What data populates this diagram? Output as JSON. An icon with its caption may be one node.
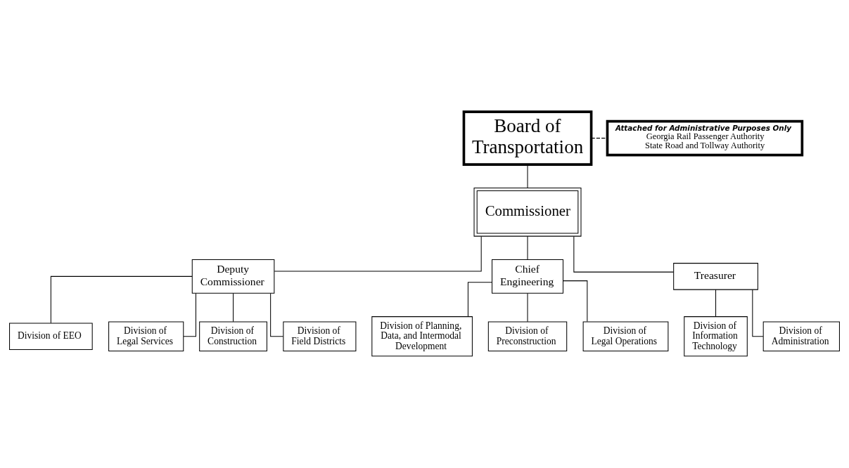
{
  "diagram": {
    "nodes": [
      {
        "text": [
          "Board of Transportation"
        ]
      },
      {
        "text": [
          "Attached for Administrative Purposes Only",
          "Georgia Rail Passenger Authority",
          "State Road and Tollway Authority"
        ]
      },
      {
        "text": [
          "Commissioner"
        ]
      },
      {
        "text": [
          "Deputy Commissioner"
        ]
      },
      {
        "text": [
          "Chief Engineering"
        ]
      },
      {
        "text": [
          "Treasurer"
        ]
      },
      {
        "text": [
          "Division of EEO"
        ]
      },
      {
        "text": [
          "Division of Legal Services"
        ]
      },
      {
        "text": [
          "Division of Planning, Data, and Intermodal Development"
        ]
      },
      {
        "text": [
          "Division of Information Technology"
        ]
      },
      {
        "text": [
          "Division of Administration"
        ]
      },
      {
        "text": [
          "Division of Construction"
        ]
      },
      {
        "text": [
          "Division of Field Districts"
        ]
      },
      {
        "text": [
          "Division of Preconstruction"
        ]
      },
      {
        "text": [
          "Division of Legal Operations"
        ]
      }
    ],
    "edges": [
      {
        "from": 0,
        "to": 2,
        "arrow": "none"
      },
      {
        "from": 0,
        "to": 1,
        "arrow": "none",
        "style": "dashed"
      },
      {
        "from": 2,
        "to": 3,
        "arrow": "none"
      },
      {
        "from": 2,
        "to": 4,
        "arrow": "none"
      },
      {
        "from": 2,
        "to": 5,
        "arrow": "none"
      },
      {
        "from": 3,
        "to": 11,
        "arrow": "none"
      },
      {
        "from": 3,
        "to": 6,
        "arrow": "none"
      },
      {
        "from": 3,
        "to": 12,
        "arrow": "none"
      },
      {
        "from": 3,
        "to": 7,
        "arrow": "none"
      },
      {
        "from": 4,
        "to": 13,
        "arrow": "none"
      },
      {
        "from": 4,
        "to": 8,
        "arrow": "none"
      },
      {
        "from": 4,
        "to": 14,
        "arrow": "none"
      },
      {
        "from": 5,
        "to": 9,
        "arrow": "none"
      },
      {
        "from": 5,
        "to": 10,
        "arrow": "none"
      }
    ]
  }
}
